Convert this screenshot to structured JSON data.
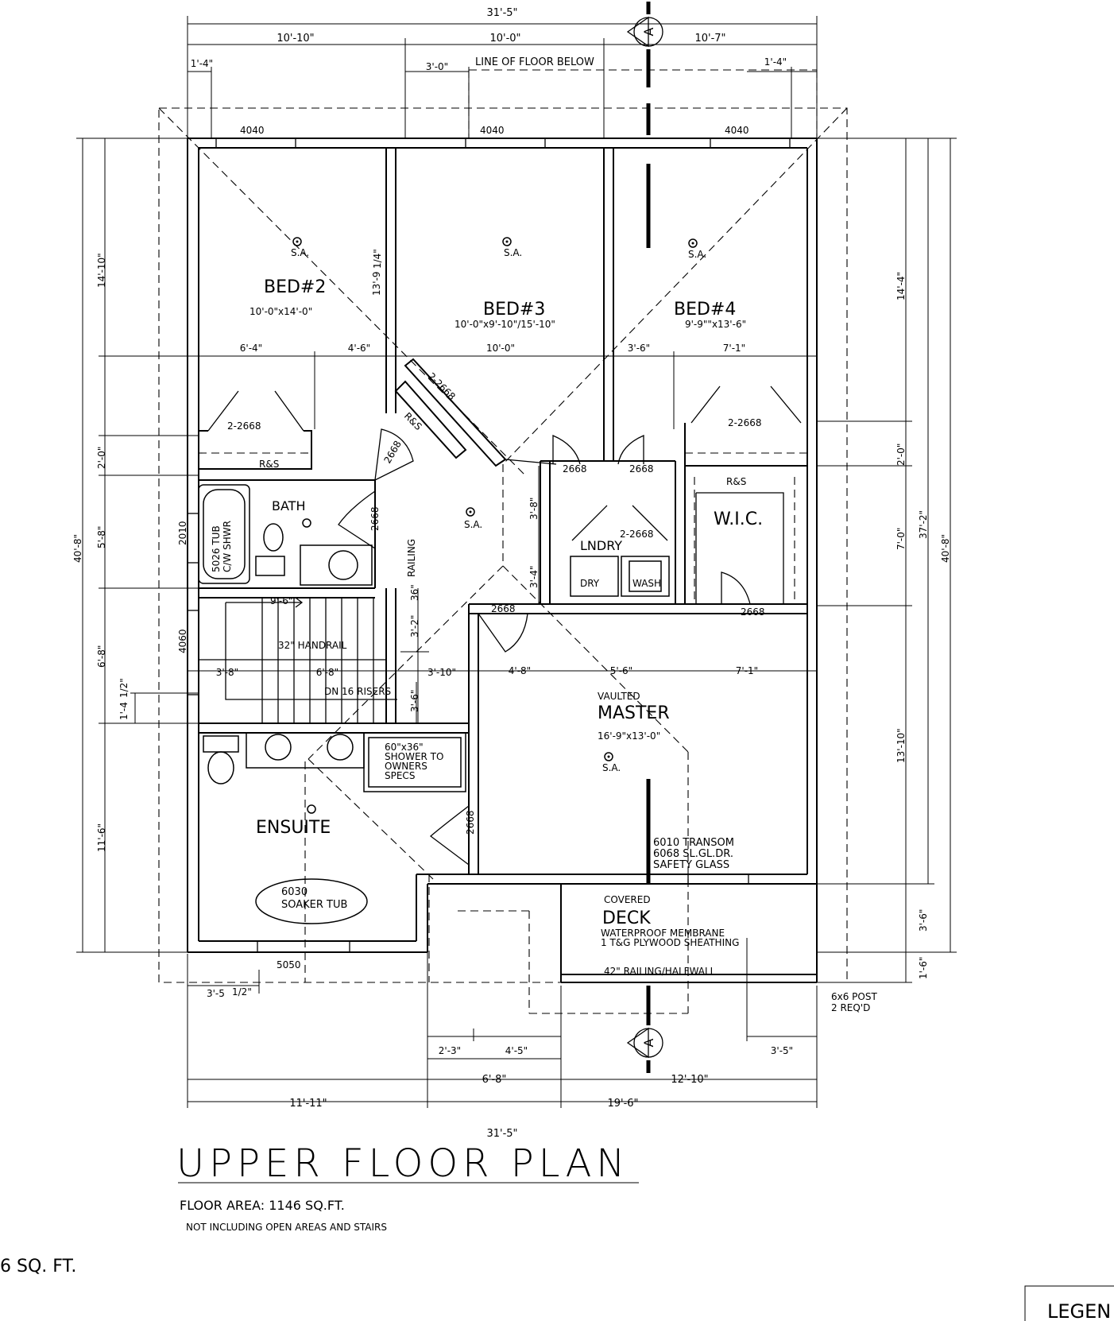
{
  "title": "UPPER FLOOR PLAN",
  "floor_area": "FLOOR AREA: 1146 SQ.FT.",
  "floor_area_note": "NOT INCLUDING OPEN AREAS AND STAIRS",
  "page_left_fragment": "6 SQ. FT.",
  "legend_fragment": "LEGEN",
  "section_marker": "A",
  "line_of_floor_below": "LINE OF FLOOR BELOW",
  "rooms": {
    "bed2": {
      "name": "BED#2",
      "size": "10'-0\"x14'-0\""
    },
    "bed3": {
      "name": "BED#3",
      "size": "10'-0\"x9'-10\"/15'-10\""
    },
    "bed4": {
      "name": "BED#4",
      "size": "9'-9\"\"x13'-6\""
    },
    "bath": {
      "name": "BATH"
    },
    "lndry": {
      "name": "LNDRY",
      "dry": "DRY",
      "wash": "WASH"
    },
    "wic": {
      "name": "W.I.C."
    },
    "master": {
      "vaulted": "VAULTED",
      "name": "MASTER",
      "size": "16'-9\"x13'-0\""
    },
    "ensuite": {
      "name": "ENSUITE"
    },
    "deck": {
      "covered": "COVERED",
      "name": "DECK",
      "note1": "WATERPROOF MEMBRANE",
      "note2": "1 T&G PLYWOOD SHEATHING",
      "railing": "42\" RAILING/HALFWALL"
    }
  },
  "labels": {
    "sa": "S.A.",
    "rs": "R&S",
    "railing": "RAILING",
    "handrail": "32\" HANDRAIL",
    "risers": "DN 16 RISERS",
    "stair_run": "9'-6\"",
    "tub": "5026 TUB",
    "tub2": "C/W SHWR",
    "shower1": "60\"x36\"",
    "shower2": "SHOWER TO",
    "shower3": "OWNERS",
    "shower4": "SPECS",
    "soaker1": "6030",
    "soaker2": "SOAKER TUB",
    "transom1": "6010 TRANSOM",
    "transom2": "6068 SL.GL.DR.",
    "transom3": "SAFETY GLASS",
    "post1": "6x6 POST",
    "post2": "2 REQ'D"
  },
  "windows": {
    "w1": "4040",
    "w2": "4040",
    "w3": "4040",
    "w_bath": "2010",
    "w_stair": "4060",
    "w_ensuite": "5050"
  },
  "doors": {
    "d_bed2_closet": "2-2668",
    "d_bed3_closet": "2-2668",
    "d_bed4_closet": "2-2668",
    "d_hall": "2668",
    "d_bath": "2668",
    "d_bed3": "2668",
    "d_bed4": "2668",
    "d_lndry": "2-2668",
    "d_wic": "2668",
    "d_master": "2668",
    "d_ensuite": "2668"
  },
  "dims": {
    "top_total": "31'-5\"",
    "top_a": "10'-10\"",
    "top_b": "10'-0\"",
    "top_c": "10'-7\"",
    "top_d": "1'-4\"",
    "top_e": "3'-0\"",
    "top_f": "1'-4\"",
    "mid_a": "6'-4\"",
    "mid_b": "4'-6\"",
    "mid_c": "10'-0\"",
    "mid_d": "3'-6\"",
    "mid_e": "7'-1\"",
    "bed2_h": "13'-9",
    "bed2_h_frac": "1/4\"",
    "hall_a": "3'-8\"",
    "hall_b": "3'-4\"",
    "rail_a": "3'-2\"",
    "rail_b": "36\"",
    "stair_a": "3'-6\"",
    "m_a": "3'-8\"",
    "m_b": "6'-8\"",
    "m_c": "3'-10\"",
    "m_d": "4'-8\"",
    "m_e": "5'-6\"",
    "m_f": "7'-1\"",
    "ens_w": "3'-5",
    "ens_w_frac": "1/2\"",
    "bot_a": "2'-3\"",
    "bot_b": "4'-5\"",
    "bot_c": "3'-5\"",
    "bot_d": "6'-8\"",
    "bot_e": "12'-10\"",
    "bot_f": "11'-11\"",
    "bot_g": "19'-6\"",
    "bot_total": "31'-5\"",
    "left_a": "14'-10\"",
    "left_b": "2'-0\"",
    "left_c": "5'-8\"",
    "left_d": "6'-8\"",
    "left_e": "1'-4",
    "left_e_frac": "1/2\"",
    "left_f": "11'-6\"",
    "left_total": "40'-8\"",
    "right_a": "14'-4\"",
    "right_b": "2'-0\"",
    "right_c": "7'-0\"",
    "right_d": "13'-10\"",
    "right_e": "3'-6\"",
    "right_f": "1'-6\"",
    "right_g": "37'-2\"",
    "right_total": "40'-8\""
  }
}
